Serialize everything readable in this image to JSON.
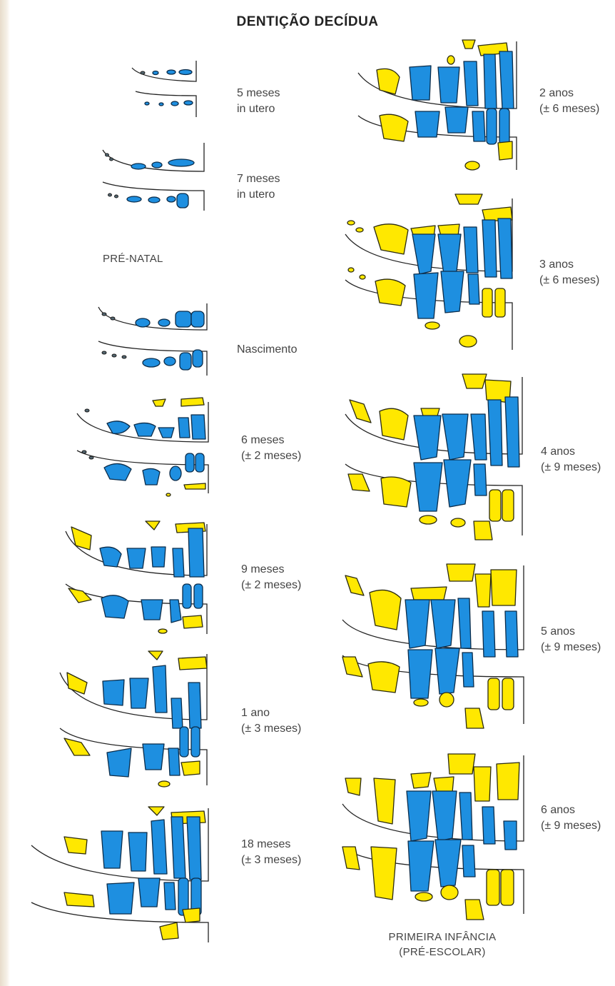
{
  "title": "DENTIÇÃO DECÍDUA",
  "colors": {
    "erupted_tooth": "#1e8fe0",
    "developing_tooth": "#ffe800",
    "outline": "#0b2c4a"
  },
  "stages_left": [
    {
      "line1": "5 meses",
      "line2": "in utero"
    },
    {
      "line1": "7 meses",
      "line2": "in utero"
    },
    {
      "line1": "Nascimento",
      "line2": ""
    },
    {
      "line1": "6 meses",
      "line2": "(± 2 meses)"
    },
    {
      "line1": "9 meses",
      "line2": "(± 2 meses)"
    },
    {
      "line1": "1 ano",
      "line2": "(± 3 meses)"
    },
    {
      "line1": "18 meses",
      "line2": "(± 3 meses)"
    }
  ],
  "stages_right": [
    {
      "line1": "2 anos",
      "line2": "(± 6 meses)"
    },
    {
      "line1": "3 anos",
      "line2": "(± 6 meses)"
    },
    {
      "line1": "4 anos",
      "line2": "(± 9 meses)"
    },
    {
      "line1": "5 anos",
      "line2": "(± 9 meses)"
    },
    {
      "line1": "6 anos",
      "line2": "(± 9 meses)"
    }
  ],
  "captions": {
    "prenatal": "PRÉ-NATAL",
    "childhood_line1": "PRIMEIRA INFÂNCIA",
    "childhood_line2": "(PRÉ-ESCOLAR)"
  }
}
